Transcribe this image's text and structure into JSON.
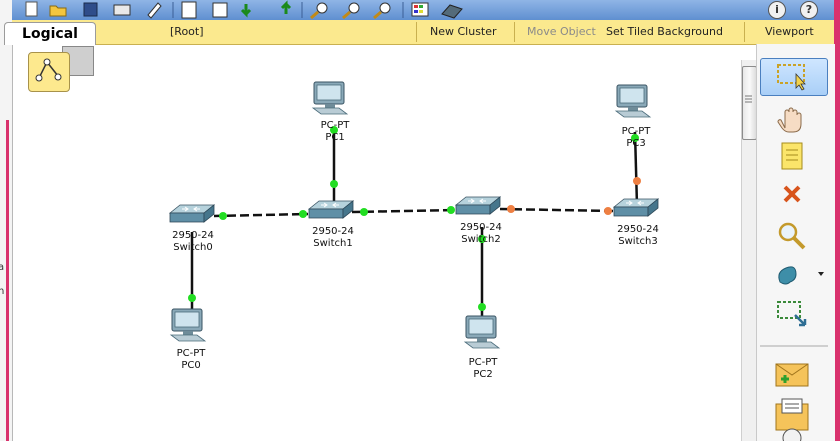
{
  "tabs": {
    "logical": "Logical",
    "root": "[Root]",
    "new_cluster": "New Cluster",
    "move_object": "Move Object",
    "set_tiled_background": "Set Tiled Background",
    "viewport": "Viewport"
  },
  "devices": {
    "pc0": {
      "model": "PC-PT",
      "name": "PC0"
    },
    "pc1": {
      "model": "PC-PT",
      "name": "PC1"
    },
    "pc2": {
      "model": "PC-PT",
      "name": "PC2"
    },
    "pc3": {
      "model": "PC-PT",
      "name": "PC3"
    },
    "switch0": {
      "model": "2950-24",
      "name": "Switch0"
    },
    "switch1": {
      "model": "2950-24",
      "name": "Switch1"
    },
    "switch2": {
      "model": "2950-24",
      "name": "Switch2"
    },
    "switch3": {
      "model": "2950-24",
      "name": "Switch3"
    }
  },
  "links": [
    {
      "from": "pc0",
      "to": "switch0",
      "type": "straight",
      "ends": [
        "green",
        "green"
      ]
    },
    {
      "from": "pc1",
      "to": "switch1",
      "type": "straight",
      "ends": [
        "green",
        "green"
      ]
    },
    {
      "from": "pc2",
      "to": "switch2",
      "type": "straight",
      "ends": [
        "green",
        "green"
      ]
    },
    {
      "from": "pc3",
      "to": "switch3",
      "type": "straight",
      "ends": [
        "green",
        "orange"
      ]
    },
    {
      "from": "switch0",
      "to": "switch1",
      "type": "crossover",
      "ends": [
        "green",
        "green"
      ]
    },
    {
      "from": "switch1",
      "to": "switch2",
      "type": "crossover",
      "ends": [
        "green",
        "green"
      ]
    },
    {
      "from": "switch2",
      "to": "switch3",
      "type": "crossover",
      "ends": [
        "orange",
        "orange"
      ]
    }
  ],
  "colors": {
    "link_up": "#22dd22",
    "link_blocking": "#ee7f42",
    "cable": "#111111",
    "tabbar": "#fbe98e",
    "toolbar": "#6f9bd8"
  },
  "right_tools": [
    "select-tool",
    "hand-tool",
    "note-tool",
    "delete-tool",
    "inspect-tool",
    "draw-shape-tool",
    "resize-tool",
    "add-simple-pdu-tool",
    "add-complex-pdu-tool"
  ],
  "left_fragments": [
    "a",
    "n"
  ]
}
